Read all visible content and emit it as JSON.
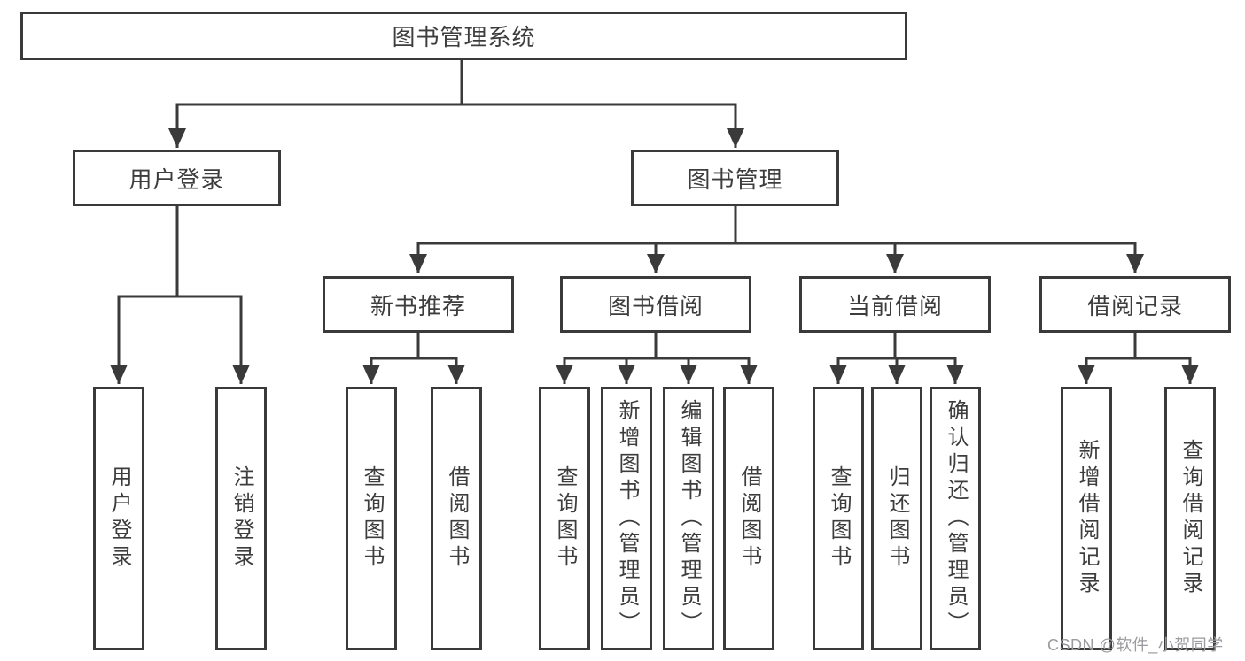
{
  "diagram": {
    "root": {
      "label": "图书管理系统"
    },
    "level2": [
      {
        "label": "用户登录"
      },
      {
        "label": "图书管理"
      }
    ],
    "level3": [
      {
        "label": "新书推荐"
      },
      {
        "label": "图书借阅"
      },
      {
        "label": "当前借阅"
      },
      {
        "label": "借阅记录"
      }
    ],
    "leaves": {
      "user_login": [
        "用户登录",
        "注销登录"
      ],
      "new_books": [
        "查询图书",
        "借阅图书"
      ],
      "book_borrow": [
        "查询图书",
        "新增图书（管理员）",
        "编辑图书（管理员）",
        "借阅图书"
      ],
      "current_borrow": [
        "查询图书",
        "归还图书",
        "确认归还（管理员）"
      ],
      "borrow_records": [
        "新增借阅记录",
        "查询借阅记录"
      ]
    }
  },
  "watermark": {
    "text": "CSDN @软件_小贺同学"
  },
  "colors": {
    "line": "#3a3a3a",
    "text": "#3d3d3d",
    "background": "#ffffff",
    "watermark": "#9b9b9f"
  }
}
